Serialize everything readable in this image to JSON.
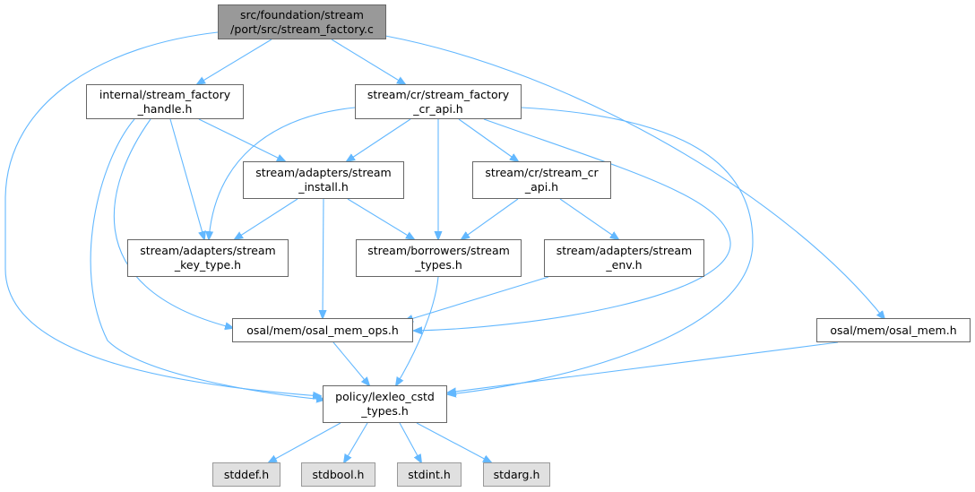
{
  "title": "src/foundation/stream/port/src/stream_factory.c include dependency graph",
  "colors": {
    "edge": "#63b8ff",
    "root_fill": "#999999",
    "node_fill": "#ffffff",
    "system_fill": "#e0e0e0",
    "border": "#666666"
  },
  "nodes": {
    "root": {
      "line1": "src/foundation/stream",
      "line2": "/port/src/stream_factory.c"
    },
    "handle": {
      "line1": "internal/stream_factory",
      "line2": "_handle.h"
    },
    "cr_api": {
      "line1": "stream/cr/stream_factory",
      "line2": "_cr_api.h"
    },
    "install": {
      "line1": "stream/adapters/stream",
      "line2": "_install.h"
    },
    "stream_cr_api": {
      "line1": "stream/cr/stream_cr",
      "line2": "_api.h"
    },
    "key_type": {
      "line1": "stream/adapters/stream",
      "line2": "_key_type.h"
    },
    "borrowers": {
      "line1": "stream/borrowers/stream",
      "line2": "_types.h"
    },
    "env": {
      "line1": "stream/adapters/stream",
      "line2": "_env.h"
    },
    "mem_ops": {
      "line1": "osal/mem/osal_mem_ops.h"
    },
    "osal_mem": {
      "line1": "osal/mem/osal_mem.h"
    },
    "cstd": {
      "line1": "policy/lexleo_cstd",
      "line2": "_types.h"
    },
    "stddef": {
      "line1": "stddef.h"
    },
    "stdbool": {
      "line1": "stdbool.h"
    },
    "stdint": {
      "line1": "stdint.h"
    },
    "stdarg": {
      "line1": "stdarg.h"
    }
  },
  "edges": [
    [
      "root",
      "handle"
    ],
    [
      "root",
      "cr_api"
    ],
    [
      "root",
      "osal_mem"
    ],
    [
      "root",
      "cstd"
    ],
    [
      "handle",
      "install"
    ],
    [
      "handle",
      "key_type"
    ],
    [
      "handle",
      "mem_ops"
    ],
    [
      "handle",
      "cstd"
    ],
    [
      "cr_api",
      "install"
    ],
    [
      "cr_api",
      "stream_cr_api"
    ],
    [
      "cr_api",
      "key_type"
    ],
    [
      "cr_api",
      "borrowers"
    ],
    [
      "cr_api",
      "mem_ops"
    ],
    [
      "cr_api",
      "cstd"
    ],
    [
      "install",
      "key_type"
    ],
    [
      "install",
      "borrowers"
    ],
    [
      "install",
      "mem_ops"
    ],
    [
      "stream_cr_api",
      "borrowers"
    ],
    [
      "stream_cr_api",
      "env"
    ],
    [
      "borrowers",
      "cstd"
    ],
    [
      "env",
      "mem_ops"
    ],
    [
      "mem_ops",
      "cstd"
    ],
    [
      "osal_mem",
      "cstd"
    ],
    [
      "cstd",
      "stddef"
    ],
    [
      "cstd",
      "stdbool"
    ],
    [
      "cstd",
      "stdint"
    ],
    [
      "cstd",
      "stdarg"
    ]
  ]
}
